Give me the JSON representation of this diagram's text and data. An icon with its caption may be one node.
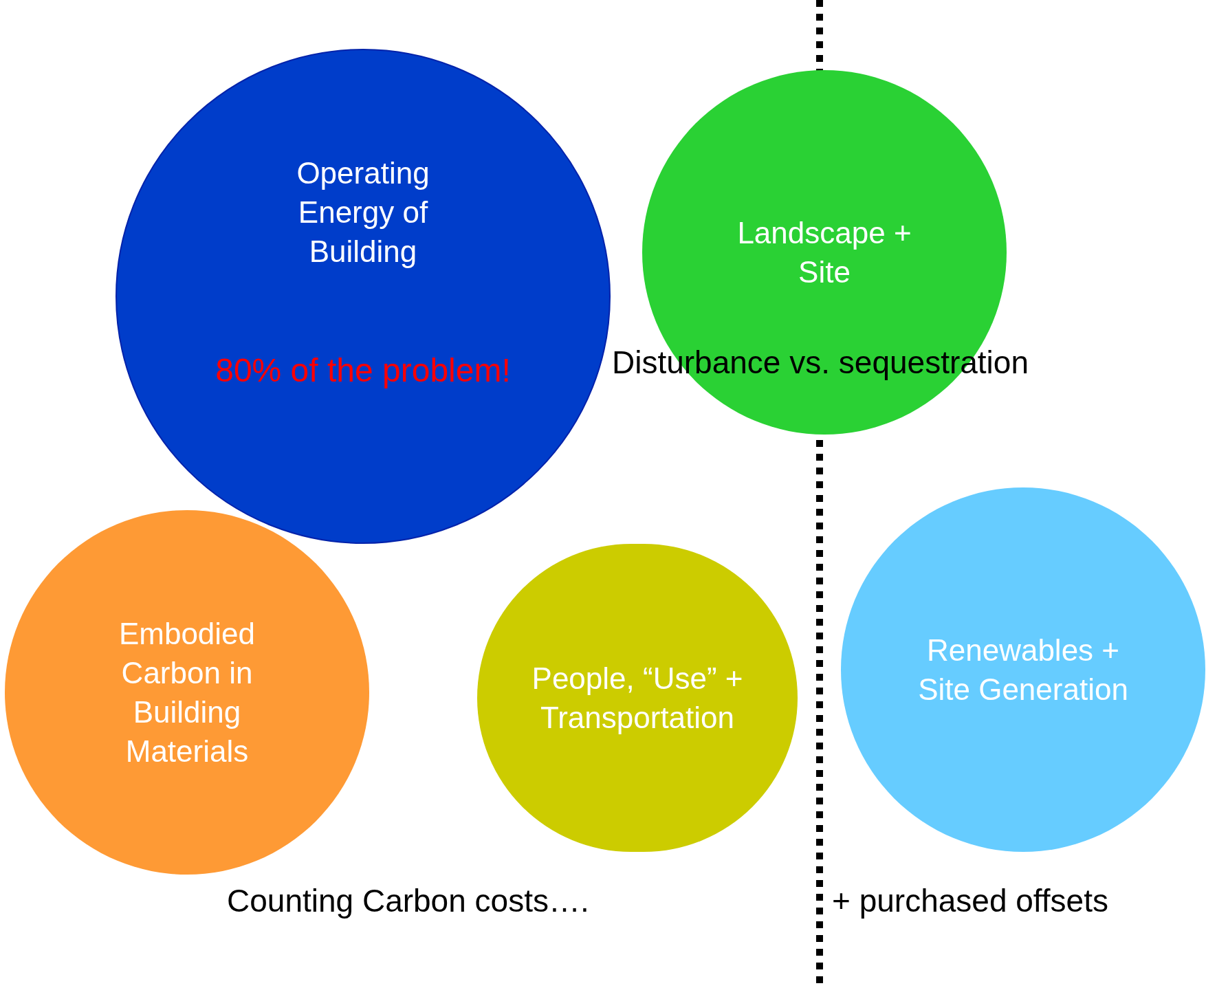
{
  "diagram": {
    "nodes": [
      {
        "text": [
          "Operating Energy of Building",
          "80% of the problem!"
        ]
      },
      {
        "text": [
          "Landscape + Site"
        ]
      },
      {
        "text": [
          "Embodied Carbon in Building Materials"
        ]
      },
      {
        "text": [
          "People, “Use” + Transportation"
        ]
      },
      {
        "text": [
          "Renewables + Site Generation"
        ]
      }
    ],
    "labels": [
      "Disturbance vs. sequestration",
      "Counting Carbon costs….",
      "+ purchased offsets"
    ]
  }
}
